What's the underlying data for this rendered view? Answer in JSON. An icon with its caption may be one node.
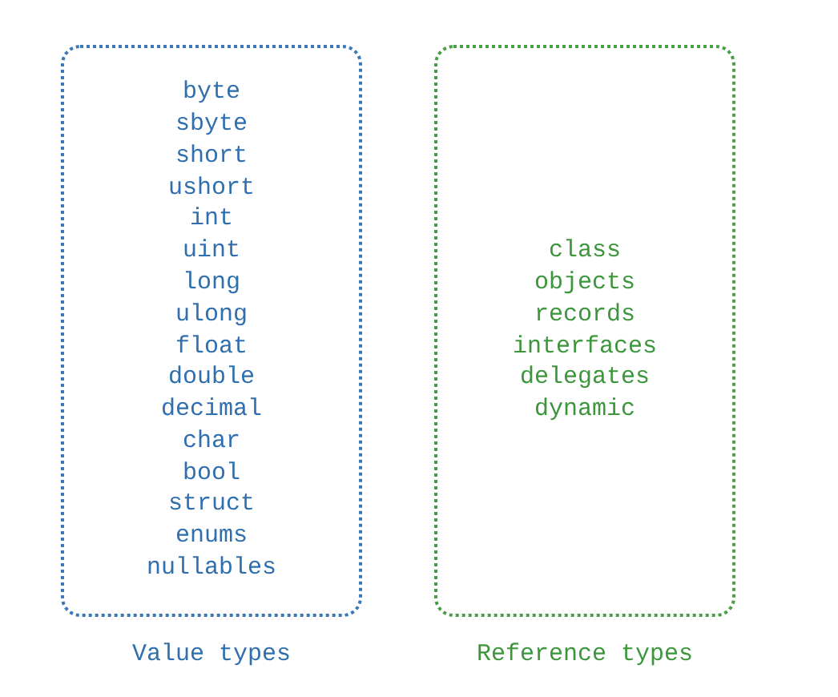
{
  "diagram": {
    "nodes": [
      {
        "text": [
          "byte",
          "sbyte",
          "short",
          "ushort",
          "int",
          "uint",
          "long",
          "ulong",
          "float",
          "double",
          "decimal",
          "char",
          "bool",
          "struct",
          "enums",
          "nullables"
        ],
        "beside": [
          "Value types"
        ]
      },
      {
        "text": [
          "class",
          "objects",
          "records",
          "interfaces",
          "delegates",
          "dynamic"
        ],
        "beside": [
          "Reference types"
        ]
      }
    ]
  }
}
